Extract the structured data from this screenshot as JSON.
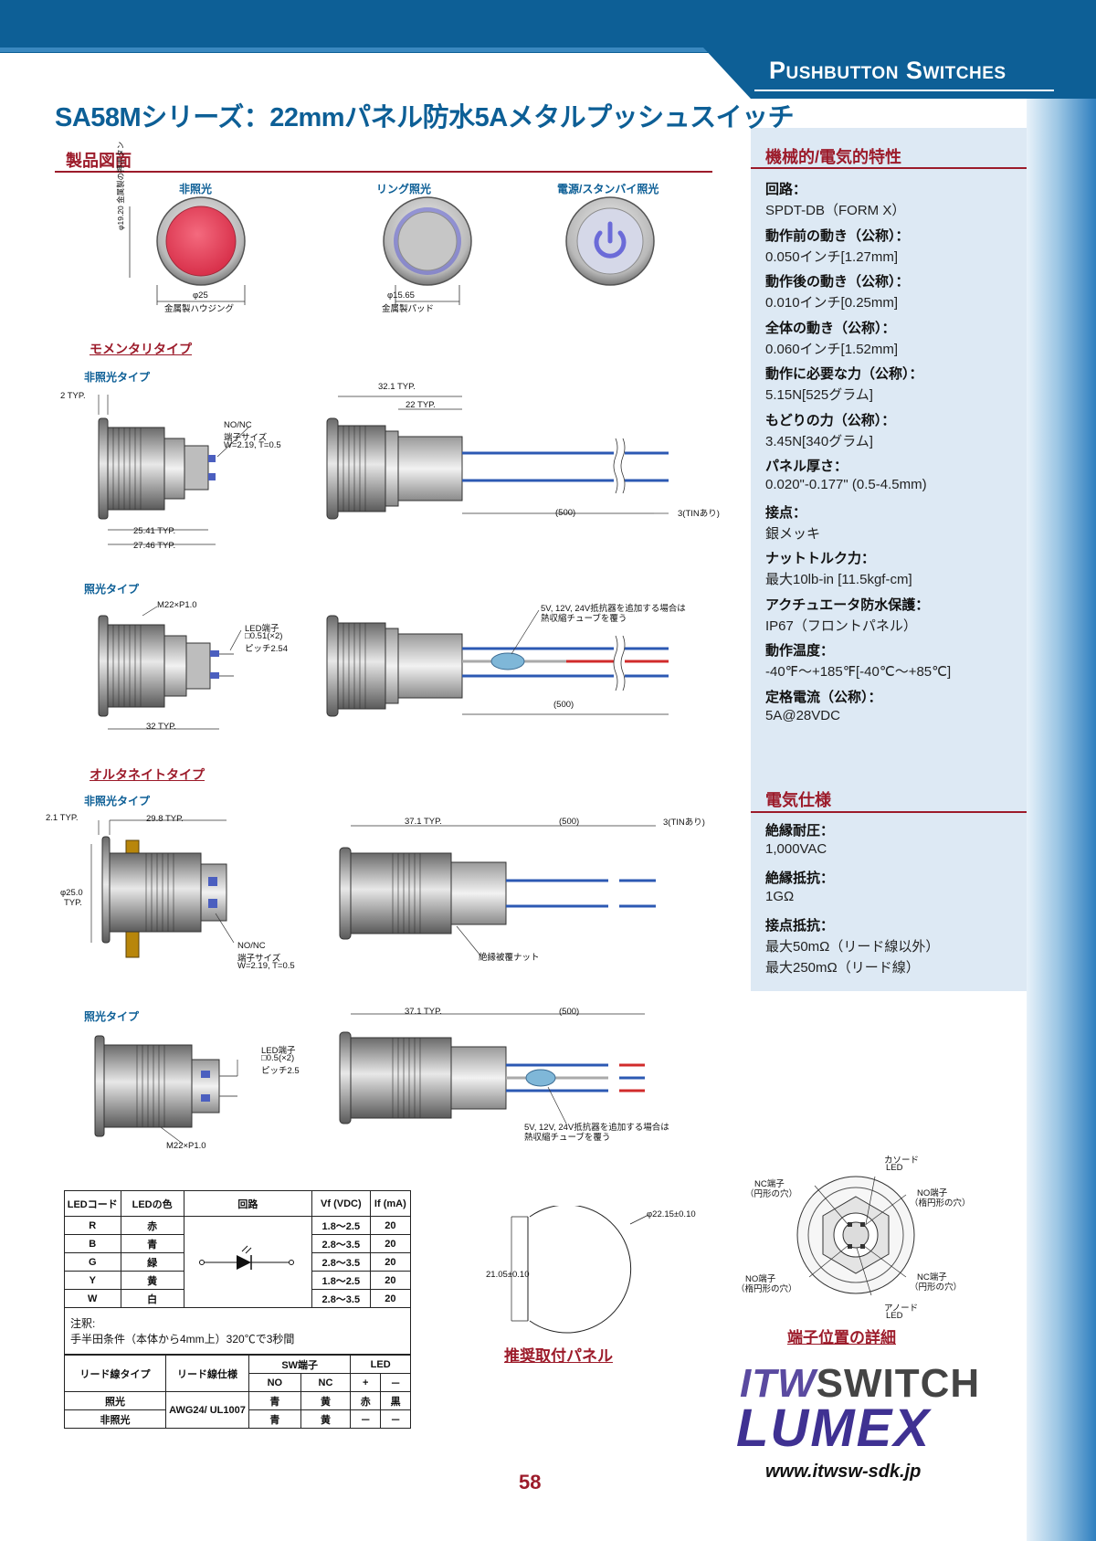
{
  "header": {
    "category": "Pushbutton Switches"
  },
  "title": "SA58Mシリーズ：22mmパネル防水5Aメタルプッシュスイッチ",
  "drawings": {
    "heading": "製品図面",
    "variants": [
      {
        "label": "非照光"
      },
      {
        "label": "リング照光"
      },
      {
        "label": "電源/スタンバイ照光"
      }
    ],
    "top_dims": {
      "button_dia": "φ19.20",
      "button_dia_sub": "金属製の押ボタン",
      "housing_dia": "φ25",
      "housing_sub": "金属製ハウジング",
      "pad_dia": "φ15.65",
      "pad_sub": "金属製パッド"
    },
    "momentary": {
      "heading": "モメンタリタイプ",
      "non_lit": {
        "label": "非照光タイプ",
        "d_2typ": "2 TYP.",
        "nonc": "NO/NC",
        "term_size": "端子サイズ",
        "term_wt": "W=2.19, T=0.5",
        "d_2541": "25.41 TYP.",
        "d_2746": "27.46 TYP.",
        "d_321": "32.1 TYP.",
        "d_22": "22 TYP.",
        "d_500": "(500)",
        "d_3tin": "3(TINあり)"
      },
      "lit": {
        "label": "照光タイプ",
        "thread": "M22×P1.0",
        "led_term": "LED端子",
        "led_size": "□0.51(×2)",
        "pitch": "ピッチ2.54",
        "d_32": "32 TYP.",
        "resistor1": "5V, 12V, 24V抵抗器を追加する場合は",
        "resistor2": "熱収縮チューブを覆う",
        "d_500": "(500)"
      }
    },
    "alternate": {
      "heading": "オルタネイトタイプ",
      "non_lit": {
        "label": "非照光タイプ",
        "d_21": "2.1 TYP.",
        "d_298": "29.8 TYP.",
        "d_phi25": "φ25.0",
        "d_typ": "TYP.",
        "nonc": "NO/NC",
        "term_size": "端子サイズ",
        "term_wt": "W=2.19, T=0.5",
        "d_371": "37.1 TYP.",
        "d_500": "(500)",
        "d_3tin": "3(TINあり)",
        "nut": "絶縁被覆ナット"
      },
      "lit": {
        "label": "照光タイプ",
        "led_term": "LED端子",
        "led_size": "□0.5(×2)",
        "pitch": "ピッチ2.5",
        "thread": "M22×P1.0",
        "d_371": "37.1 TYP.",
        "d_500": "(500)",
        "resistor1": "5V, 12V, 24V抵抗器を追加する場合は",
        "resistor2": "熱収縮チューブを覆う"
      }
    }
  },
  "led_table": {
    "headers": [
      "LEDコード",
      "LEDの色",
      "回路",
      "Vf (VDC)",
      "If (mA)"
    ],
    "rows": [
      {
        "code": "R",
        "color": "赤",
        "vf": "1.8～2.5",
        "if": "20"
      },
      {
        "code": "B",
        "color": "青",
        "vf": "2.8～3.5",
        "if": "20"
      },
      {
        "code": "G",
        "color": "緑",
        "vf": "2.8～3.5",
        "if": "20"
      },
      {
        "code": "Y",
        "color": "黄",
        "vf": "1.8～2.5",
        "if": "20"
      },
      {
        "code": "W",
        "color": "白",
        "vf": "2.8～3.5",
        "if": "20"
      }
    ],
    "note_title": "注釈:",
    "note_text": "手半田条件（本体から4mm上）320℃で3秒間"
  },
  "lead_table": {
    "headers": [
      "リード線タイプ",
      "リード線仕様",
      "SW端子",
      "LED"
    ],
    "subheaders": [
      "NO",
      "NC",
      "+",
      "－"
    ],
    "spec": "AWG24/ UL1007",
    "rows": [
      {
        "type": "照光",
        "no": "青",
        "nc": "黄",
        "plus": "赤",
        "minus": "黒"
      },
      {
        "type": "非照光",
        "no": "青",
        "nc": "黄",
        "plus": "－",
        "minus": "－"
      }
    ]
  },
  "panel": {
    "heading": "推奨取付パネル",
    "dia": "φ22.15±0.10",
    "flat": "21.05±0.10"
  },
  "terminal": {
    "heading": "端子位置の詳細",
    "cathode": "カソード",
    "led": "LED",
    "nc_term": "NC端子",
    "round_hole": "（円形の穴）",
    "no_term": "NO端子",
    "oval_hole": "（楕円形の穴）",
    "anode": "アノード"
  },
  "mech_specs": {
    "heading": "機械的/電気的特性",
    "items": [
      {
        "label": "回路：",
        "value": "SPDT-DB（FORM X）"
      },
      {
        "label": "動作前の動き（公称）：",
        "value": "0.050インチ[1.27mm]"
      },
      {
        "label": "動作後の動き（公称）：",
        "value": "0.010インチ[0.25mm]"
      },
      {
        "label": "全体の動き（公称）：",
        "value": "0.060インチ[1.52mm]"
      },
      {
        "label": "動作に必要な力（公称）：",
        "value": "5.15N[525グラム]"
      },
      {
        "label": "もどりの力（公称）：",
        "value": "3.45N[340グラム]"
      },
      {
        "label": "パネル厚さ：",
        "value": "0.020\"-0.177\" (0.5-4.5mm)"
      },
      {
        "label": "接点：",
        "value": "銀メッキ"
      },
      {
        "label": "ナットトルク力：",
        "value": "最大10lb-in [11.5kgf-cm]"
      },
      {
        "label": "アクチュエータ防水保護：",
        "value": "IP67（フロントパネル）"
      },
      {
        "label": "動作温度：",
        "value": "-40℉～+185℉[-40℃～+85℃]"
      },
      {
        "label": "定格電流（公称）：",
        "value": "5A@28VDC"
      }
    ]
  },
  "elec_specs": {
    "heading": "電気仕様",
    "insulation_voltage_label": "絶縁耐圧：",
    "insulation_voltage": "1,000VAC",
    "insulation_res_label": "絶縁抵抗：",
    "insulation_res": "1GΩ",
    "contact_res_label": "接点抵抗：",
    "contact_res_1": "最大50mΩ（リード線以外）",
    "contact_res_2": "最大250mΩ（リード線）"
  },
  "logo": {
    "itw": "ITW",
    "switch": "SWITCH",
    "lumex": "LUMEX"
  },
  "footer": {
    "url": "www.itwsw-sdk.jp",
    "page": "58"
  },
  "colors": {
    "brand_blue": "#0d5f96",
    "section_red": "#9c1b2a",
    "panel_bg": "#dde9f4"
  }
}
